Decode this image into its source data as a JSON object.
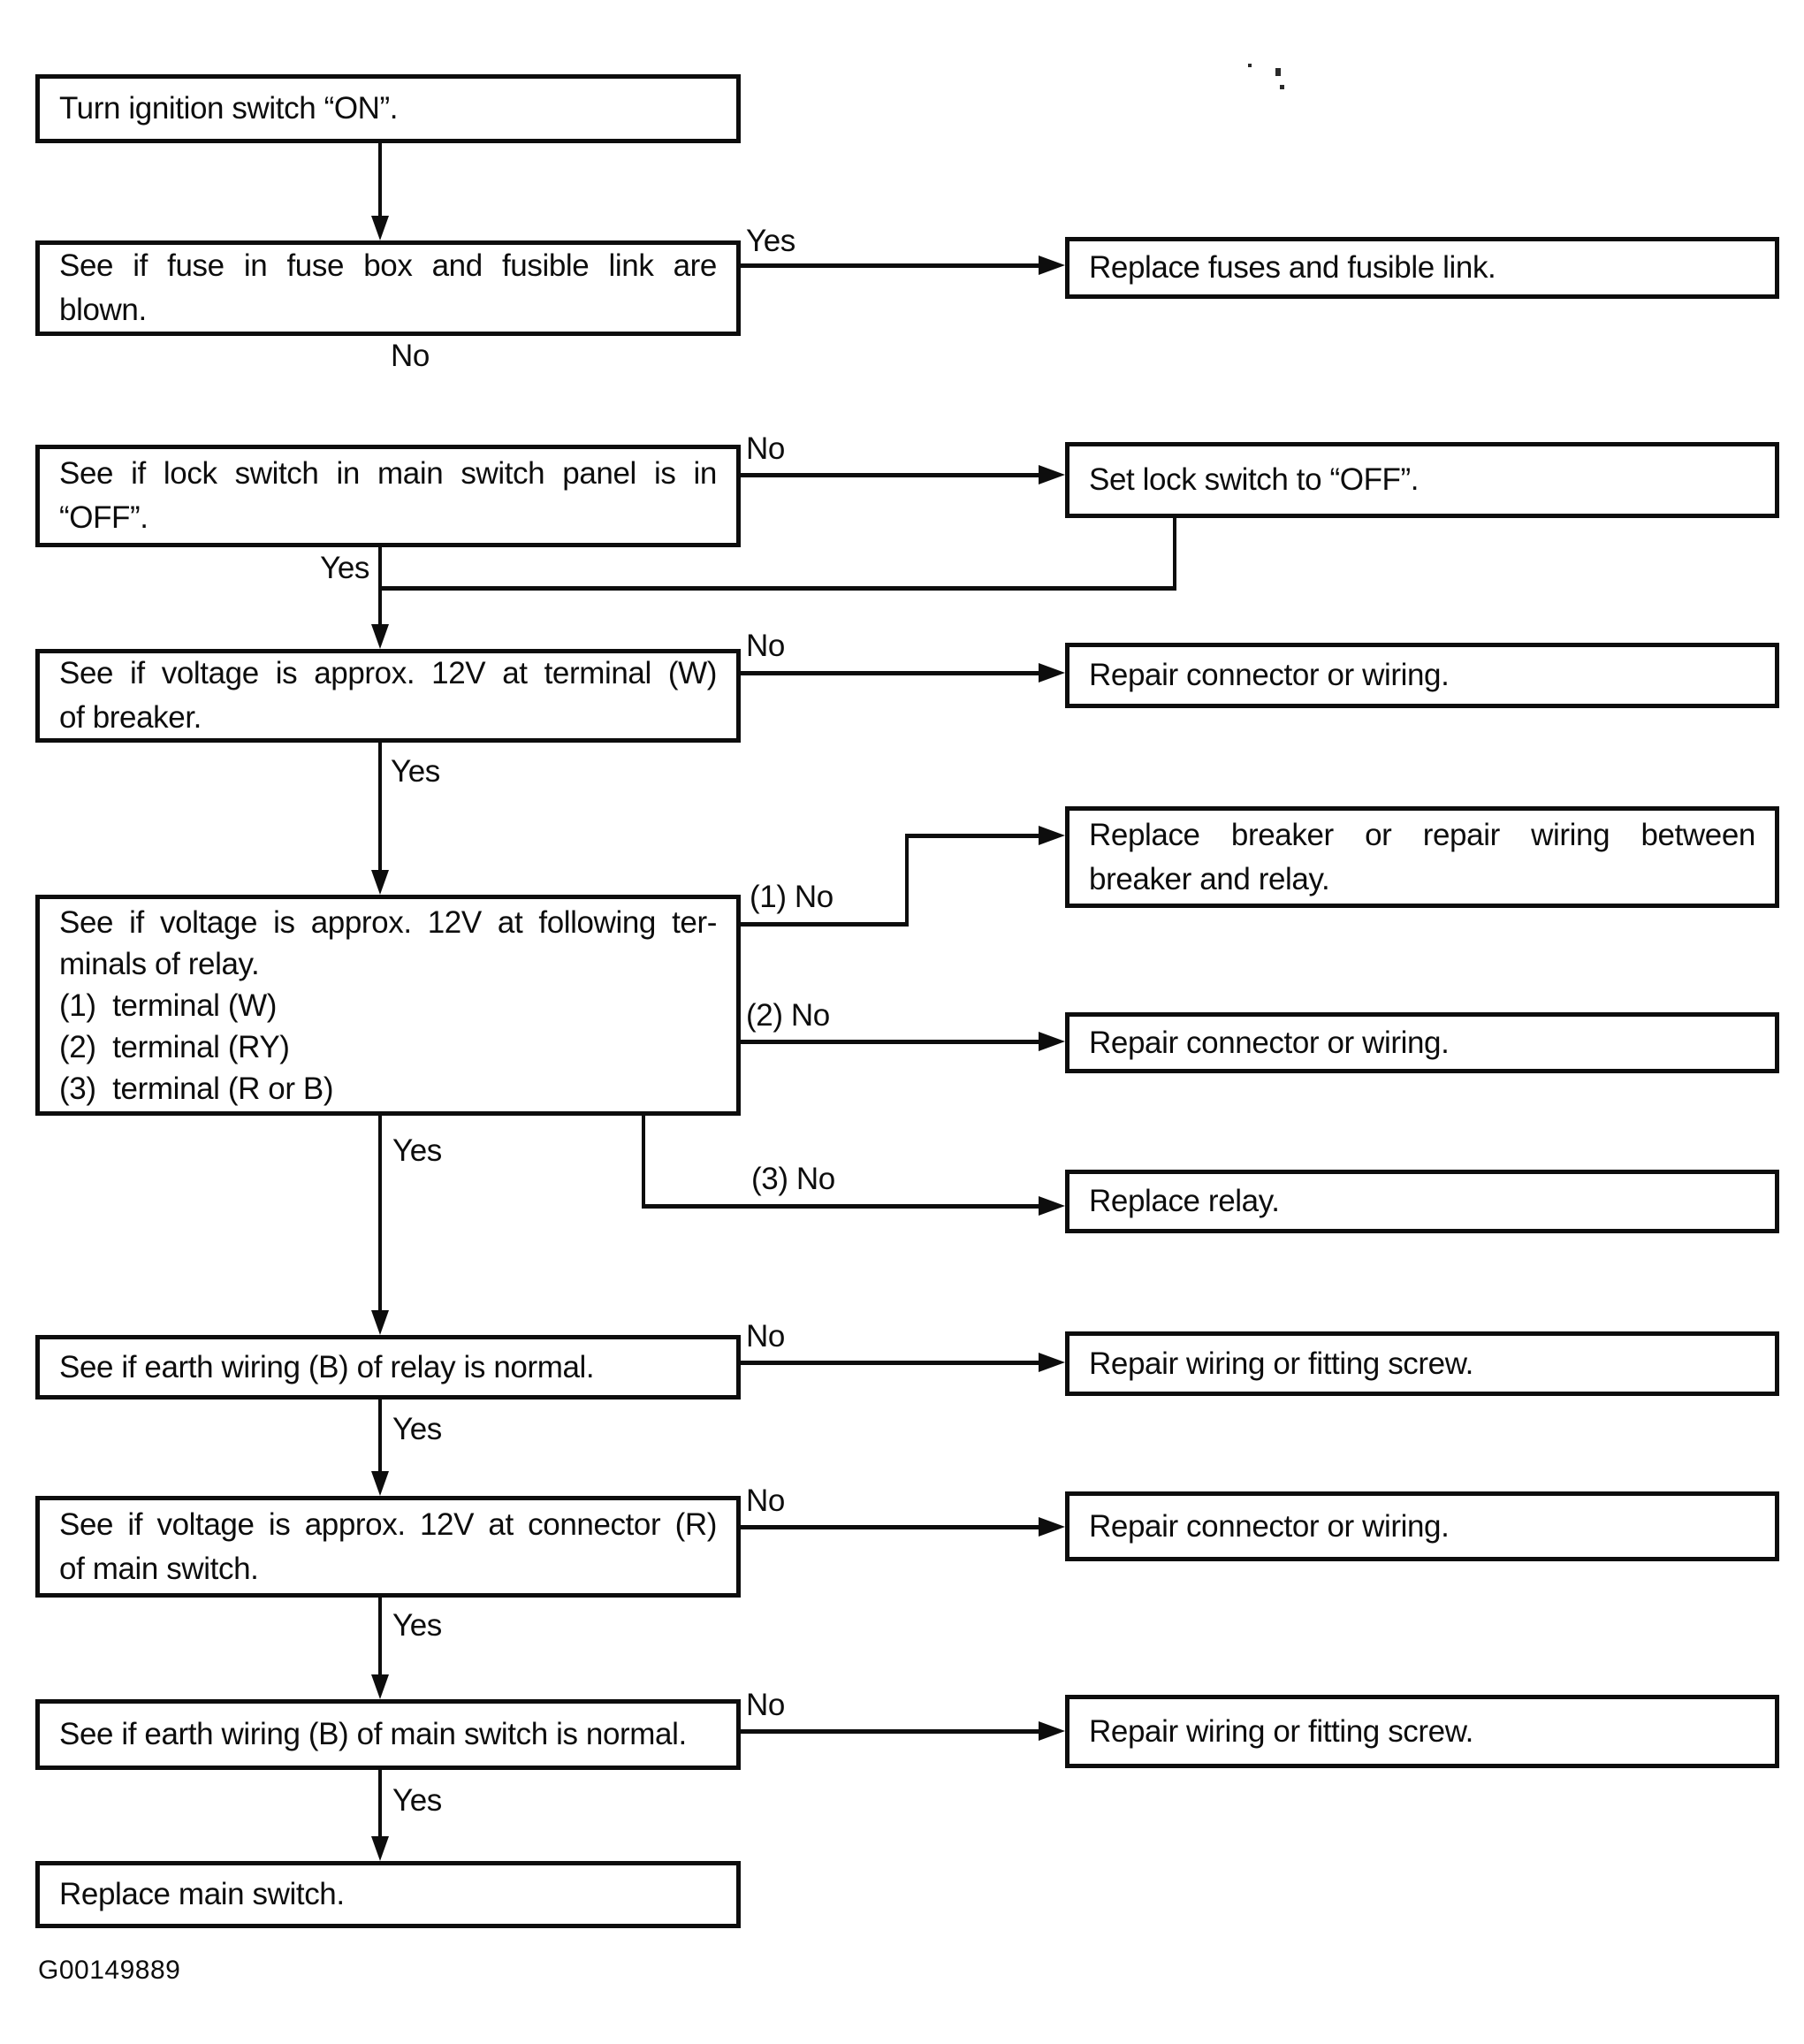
{
  "figure_label": "G00149889",
  "colors": {
    "ink": "#0d0d0d",
    "paper": "#ffffff"
  },
  "nodes": {
    "left": [
      {
        "name": "turn-ignition-on",
        "lines": [
          "Turn ignition switch “ON”."
        ]
      },
      {
        "name": "check-fuse-fusible-link",
        "lines": [
          "See if fuse in fuse box and fusible link are",
          "blown."
        ]
      },
      {
        "name": "check-lock-switch-off",
        "lines": [
          "See if lock switch in main switch panel is in",
          "“OFF”."
        ]
      },
      {
        "name": "check-voltage-breaker-w",
        "lines": [
          "See if voltage is approx. 12V at terminal (W)",
          "of breaker."
        ]
      },
      {
        "name": "check-voltage-relay-terminals",
        "lines": [
          "See if voltage is approx. 12V at following ter-",
          "minals of relay.",
          "(1)  terminal (W)",
          "(2)  terminal (RY)",
          "(3)  terminal (R or B)"
        ]
      },
      {
        "name": "check-earth-wiring-relay",
        "lines": [
          "See if earth wiring (B) of relay is normal."
        ]
      },
      {
        "name": "check-voltage-main-switch-r",
        "lines": [
          "See if voltage is approx. 12V at connector (R)",
          "of main switch."
        ]
      },
      {
        "name": "check-earth-wiring-main-switch",
        "lines": [
          "See if earth wiring (B) of main switch is normal."
        ]
      },
      {
        "name": "replace-main-switch",
        "lines": [
          "Replace main switch."
        ]
      }
    ],
    "right": [
      {
        "name": "replace-fuses-fusible-link",
        "lines": [
          "Replace fuses and fusible link."
        ]
      },
      {
        "name": "set-lock-switch-off",
        "lines": [
          "Set lock switch to “OFF”."
        ]
      },
      {
        "name": "repair-connector-or-wiring-1",
        "lines": [
          "Repair connector or wiring."
        ]
      },
      {
        "name": "replace-breaker-or-repair-wiring",
        "lines": [
          "Replace breaker or repair wiring between",
          "breaker and relay."
        ]
      },
      {
        "name": "repair-connector-or-wiring-2",
        "lines": [
          "Repair connector or wiring."
        ]
      },
      {
        "name": "replace-relay",
        "lines": [
          "Replace relay."
        ]
      },
      {
        "name": "repair-wiring-or-fitting-screw-1",
        "lines": [
          "Repair wiring or fitting screw."
        ]
      },
      {
        "name": "repair-connector-or-wiring-3",
        "lines": [
          "Repair connector or wiring."
        ]
      },
      {
        "name": "repair-wiring-or-fitting-screw-2",
        "lines": [
          "Repair wiring or fitting screw."
        ]
      }
    ]
  },
  "edge_labels": {
    "yes_fuse": "Yes",
    "no_fuse": "No",
    "no_lock": "No",
    "yes_lock": "Yes",
    "no_breaker_w": "No",
    "yes_breaker_w": "Yes",
    "no_terminal_1": "(1) No",
    "no_terminal_2": "(2) No",
    "no_terminal_3": "(3) No",
    "yes_relay_terminals": "Yes",
    "no_earth_relay": "No",
    "yes_earth_relay": "Yes",
    "no_connector_main": "No",
    "yes_connector_main": "Yes",
    "no_earth_main": "No",
    "yes_earth_main": "Yes"
  }
}
